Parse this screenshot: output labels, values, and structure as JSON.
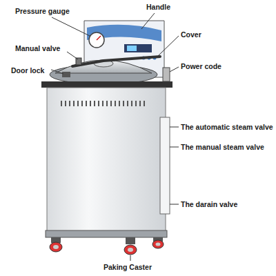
{
  "diagram": {
    "labels": [
      "Pressure gauge",
      "Handle",
      "Manual valve",
      "Cover",
      "Door lock",
      "Power code",
      "The automatic steam valve",
      "The manual steam valve",
      "The darain valve",
      "Paking Caster"
    ]
  }
}
